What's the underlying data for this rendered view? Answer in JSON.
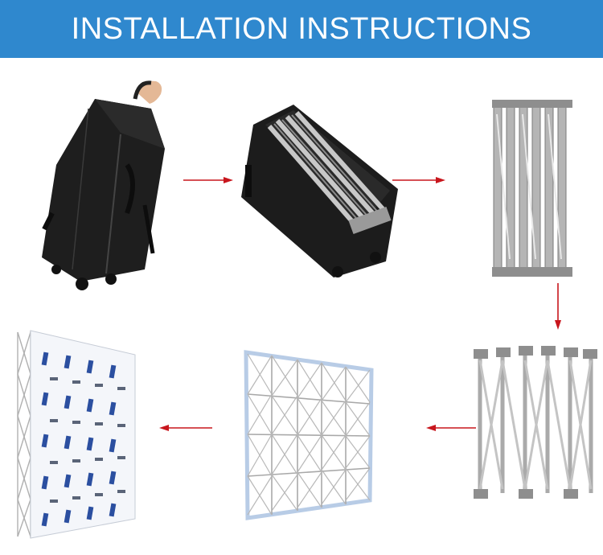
{
  "header": {
    "title": "INSTALLATION INSTRUCTIONS",
    "background_color": "#2f88ce",
    "text_color": "#ffffff"
  },
  "arrow_color": "#c8161d",
  "steps": [
    {
      "image": "carrying-bag-photo"
    },
    {
      "image": "open-bag-with-frame-photo"
    },
    {
      "image": "folded-frame-photo"
    },
    {
      "image": "partially-expanded-frame-photo"
    },
    {
      "image": "expanded-frame-photo"
    },
    {
      "image": "frame-with-fabric-backdrop-photo"
    }
  ],
  "arrows": [
    {
      "direction": "right"
    },
    {
      "direction": "right"
    },
    {
      "direction": "down"
    },
    {
      "direction": "left"
    },
    {
      "direction": "left"
    }
  ]
}
